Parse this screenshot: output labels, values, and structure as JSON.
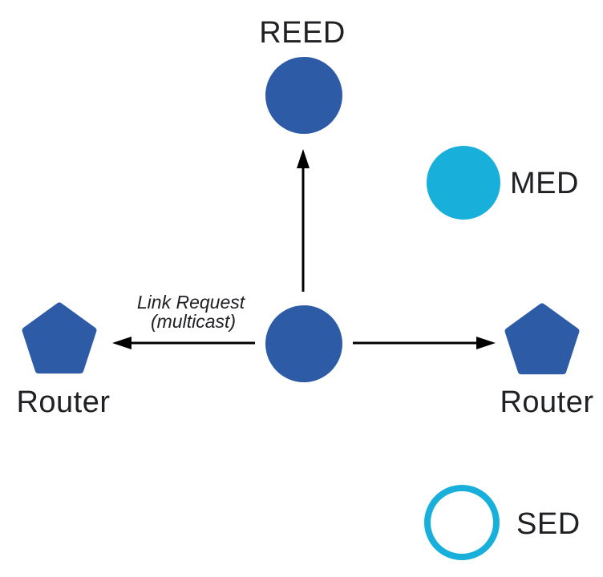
{
  "nodes": {
    "reed": {
      "label": "REED",
      "shape": "circle",
      "variant": "filled-blue"
    },
    "med": {
      "label": "MED",
      "shape": "circle",
      "variant": "filled-cyan"
    },
    "center": {
      "label": "",
      "shape": "circle",
      "variant": "filled-blue"
    },
    "router_left": {
      "label": "Router",
      "shape": "pentagon",
      "variant": "filled-blue"
    },
    "router_right": {
      "label": "Router",
      "shape": "pentagon",
      "variant": "filled-blue"
    },
    "sed": {
      "label": "SED",
      "shape": "circle",
      "variant": "outline-cyan"
    }
  },
  "annotation": {
    "line1": "Link Request",
    "line2": "(multicast)"
  },
  "colors": {
    "router_blue": "#2e5ba6",
    "end_device_cyan": "#18afda",
    "arrow_black": "#000000",
    "label_text": "#202124"
  }
}
